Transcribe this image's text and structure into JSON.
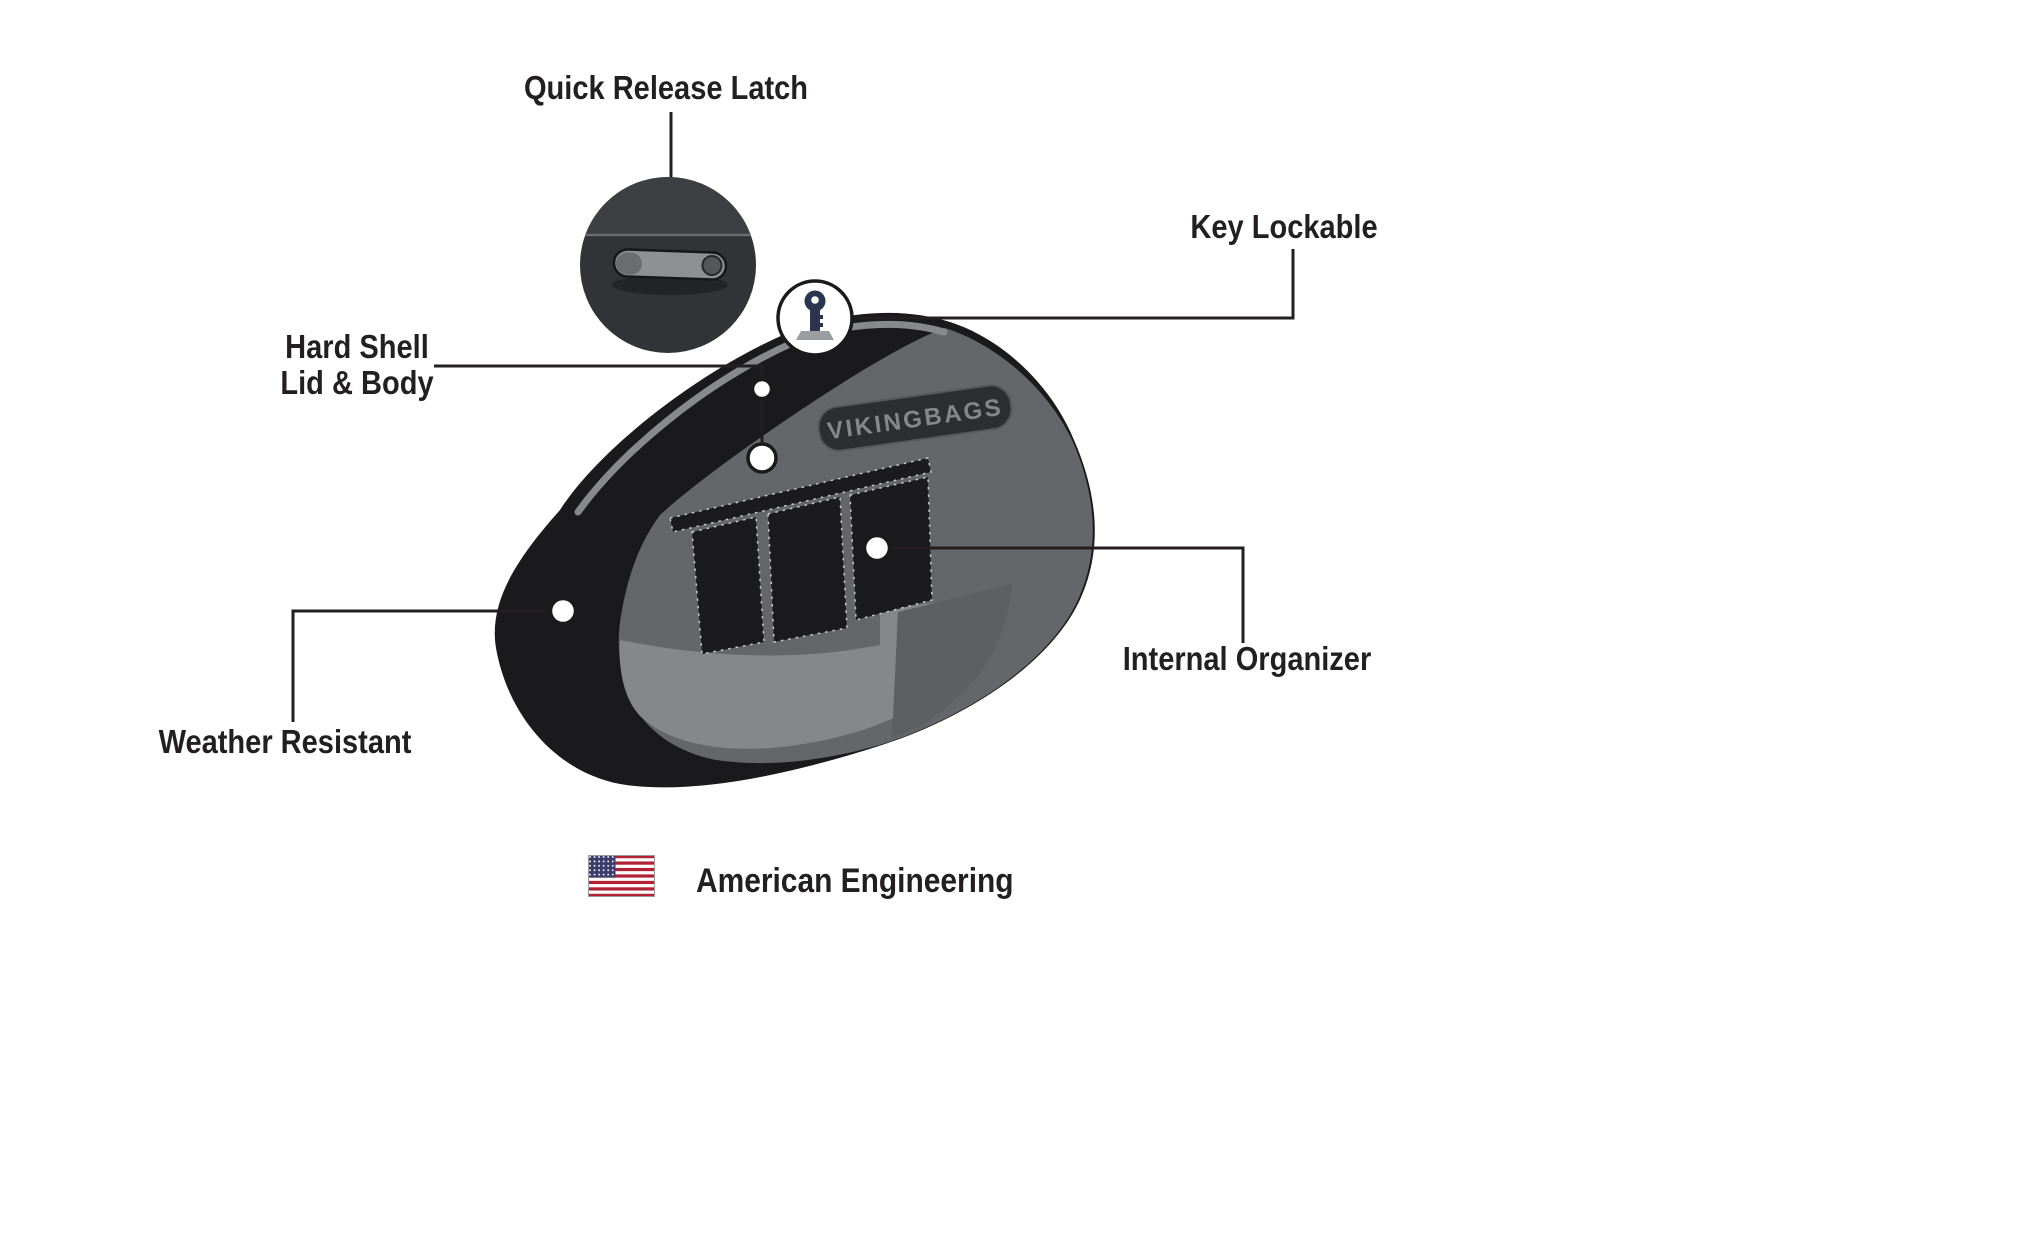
{
  "page": {
    "background": "#ffffff",
    "type": "product-feature-diagram"
  },
  "callouts": {
    "quick_release_latch": {
      "label": "Quick Release Latch"
    },
    "key_lockable": {
      "label": "Key Lockable"
    },
    "hard_shell": {
      "line1": "Hard Shell",
      "line2": "Lid & Body"
    },
    "weather_resistant": {
      "label": "Weather Resistant"
    },
    "internal_organizer": {
      "label": "Internal Organizer"
    }
  },
  "product": {
    "brand_logo": "VIKINGBAGS"
  },
  "footer": {
    "label": "American Engineering",
    "flag_icon": "us-flag-icon"
  },
  "icons": {
    "key": "key-icon",
    "latch": "latch-lever-icon",
    "flag": "us-flag-icon"
  },
  "colors": {
    "ink": "#231f20",
    "bag_black": "#1a1a1c",
    "panel_gray": "#646669",
    "band_gray": "#85878a",
    "accent_gray": "#87898c",
    "plate_gray": "#2d2e30",
    "flag_red": "#b22234",
    "flag_blue": "#3c3b6e"
  }
}
